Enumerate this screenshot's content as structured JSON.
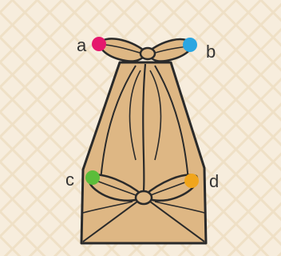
{
  "labels": {
    "a": "a",
    "b": "b",
    "c": "c",
    "d": "d"
  },
  "colors": {
    "cloth": "#deb784",
    "outline": "#2a2a2a",
    "background": "#f7eddd",
    "pattern": "#efe0c6",
    "dot_a": "#e5176d",
    "dot_b": "#2aa6e2",
    "dot_c": "#5bbd3a",
    "dot_d": "#f0a51c"
  }
}
